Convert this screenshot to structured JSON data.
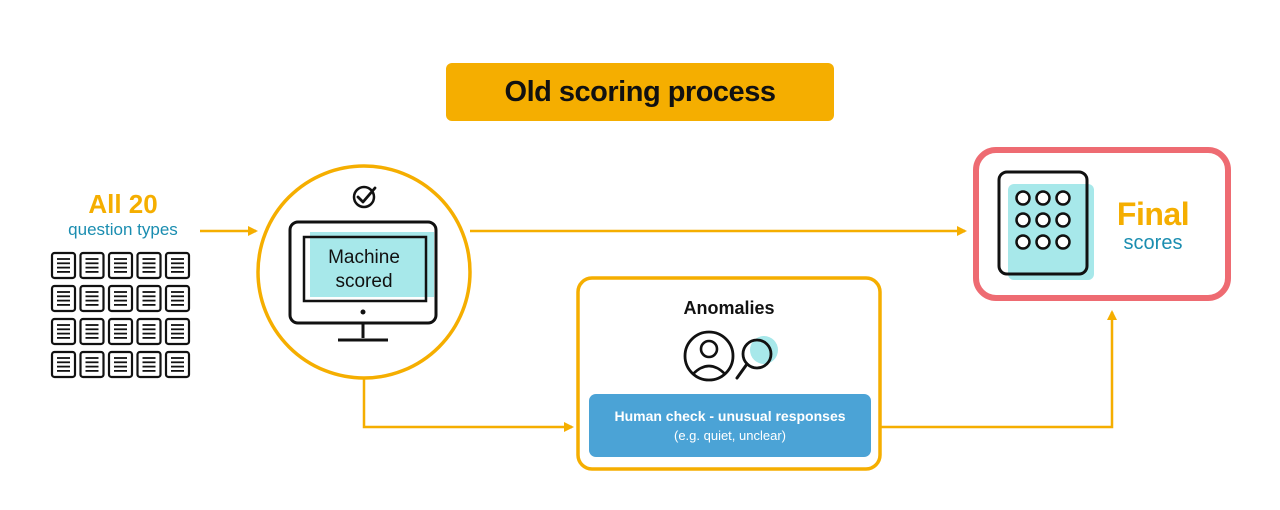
{
  "title": "Old scoring process",
  "input": {
    "count_label": "All 20",
    "sub_label": "question types"
  },
  "machine": {
    "label_line1": "Machine",
    "label_line2": "scored"
  },
  "anomalies": {
    "label": "Anomalies",
    "human_check_title": "Human check - unusual responses",
    "human_check_sub": "(e.g. quiet, unclear)"
  },
  "output": {
    "label_big": "Final",
    "label_small": "scores"
  },
  "colors": {
    "accent_orange": "#F5AE00",
    "teal_text": "#1A8DB0",
    "cyan_fill": "#A7E8EA",
    "blue_box": "#4BA3D6",
    "coral_border": "#EE6B72"
  },
  "icons": [
    "document-icon",
    "checkmark-icon",
    "monitor-icon",
    "person-icon",
    "magnifier-icon",
    "grid-icon"
  ]
}
